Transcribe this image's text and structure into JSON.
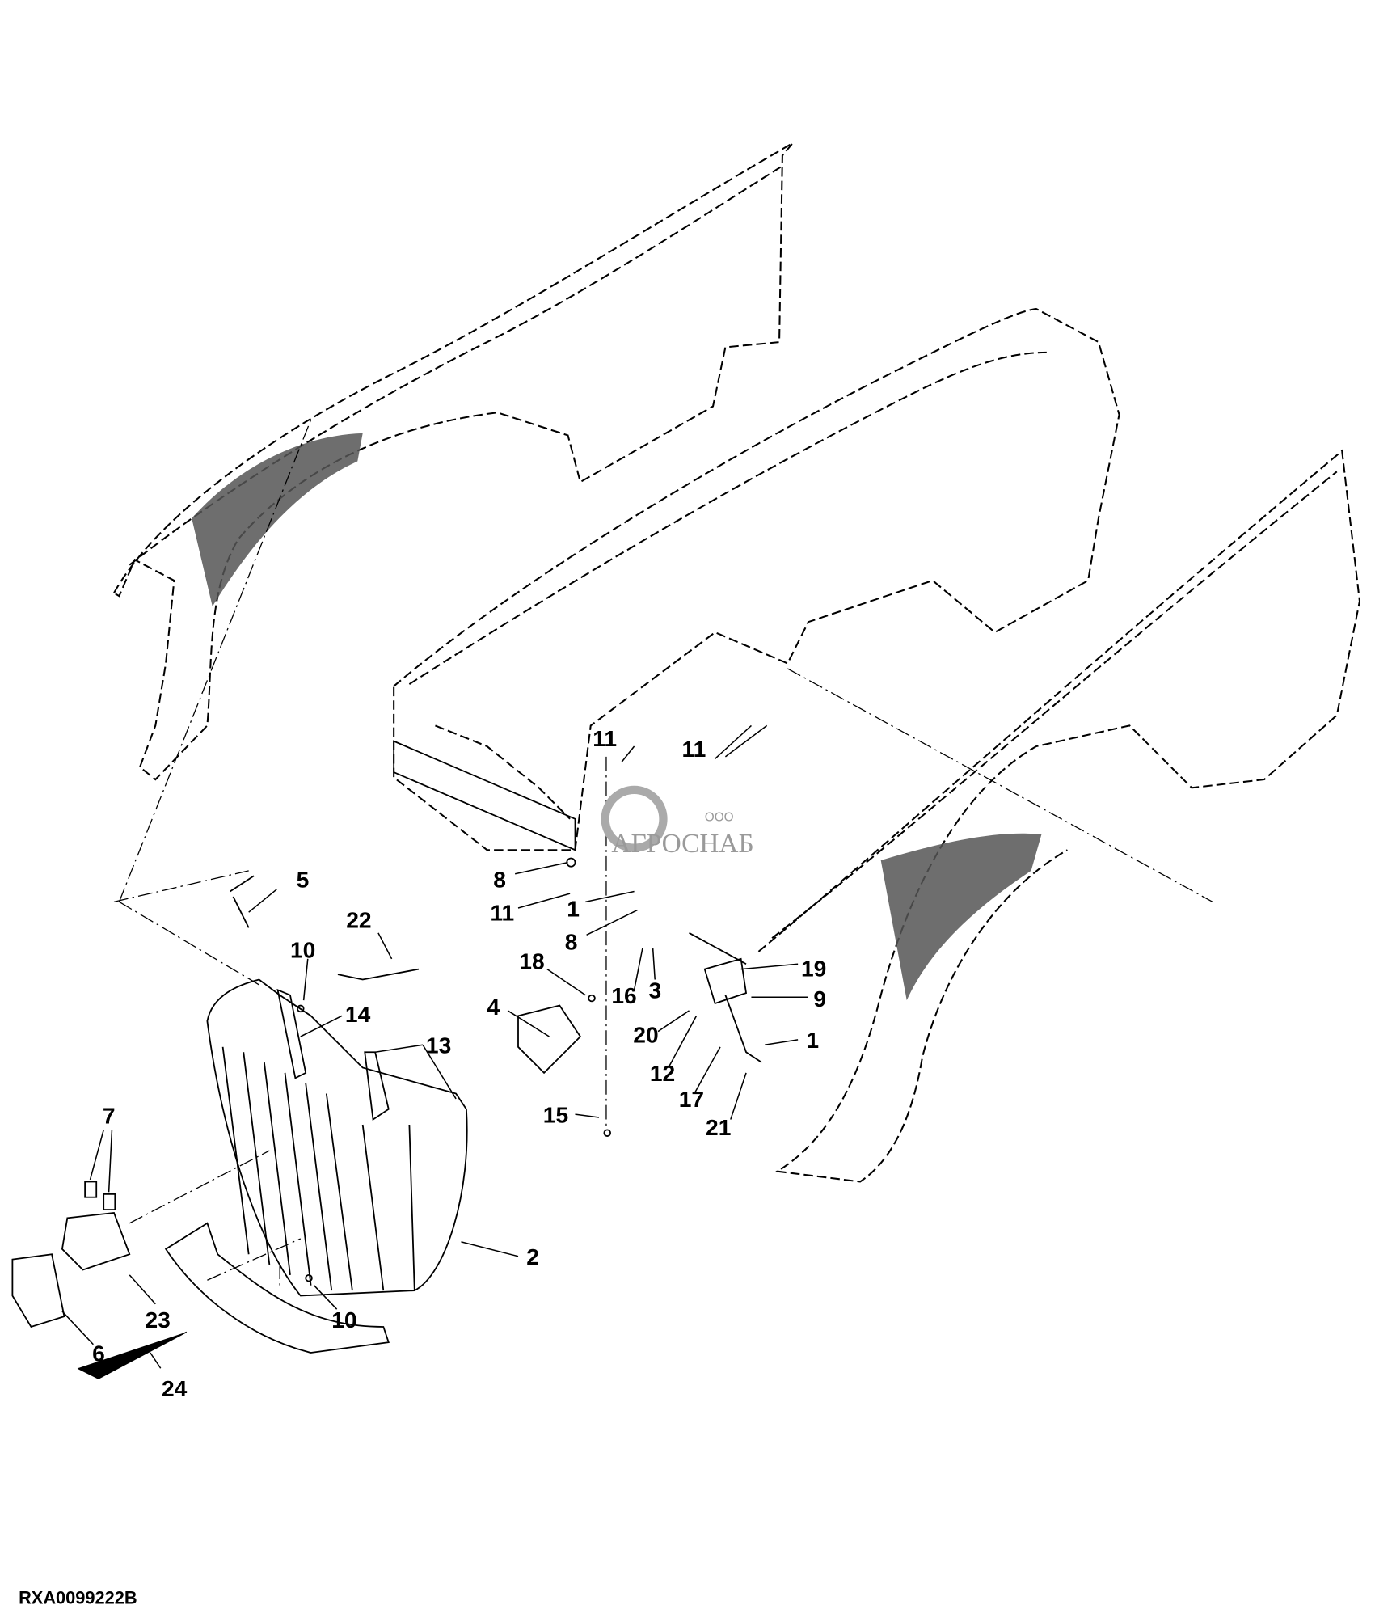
{
  "figure_id": "RXA0099222B",
  "watermark": {
    "line1": "ООО",
    "line2": "АГРОСНАБ"
  },
  "callouts": [
    "11",
    "11",
    "8",
    "11",
    "1",
    "8",
    "5",
    "22",
    "10",
    "14",
    "18",
    "16",
    "3",
    "19",
    "9",
    "4",
    "13",
    "20",
    "1",
    "12",
    "17",
    "21",
    "15",
    "7",
    "2",
    "23",
    "10",
    "6",
    "24"
  ]
}
